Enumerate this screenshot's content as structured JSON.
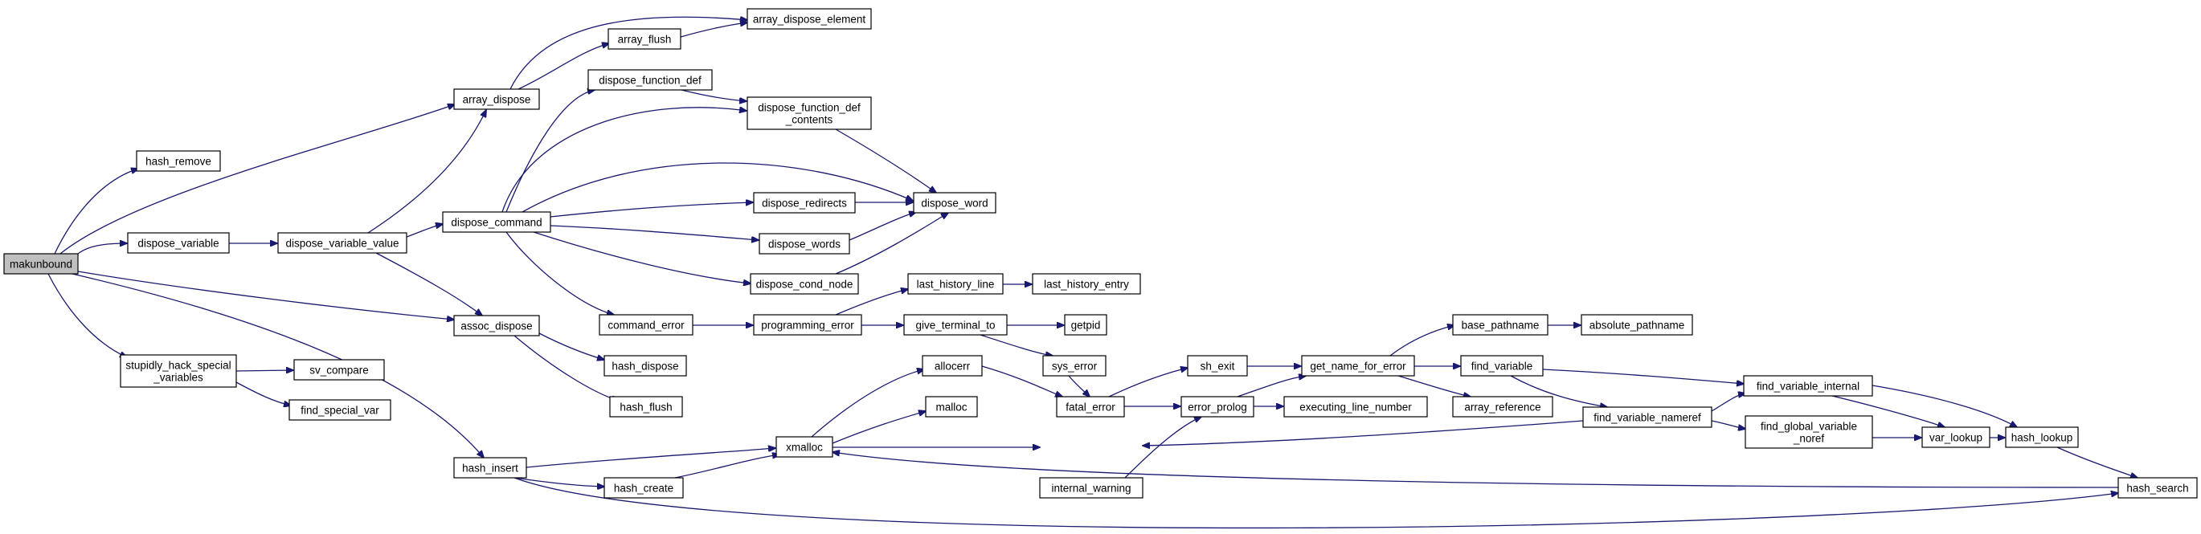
{
  "graph": {
    "colors": {
      "edge": "#191970",
      "node_border": "#000000",
      "root_fill": "#bfbfbf",
      "node_fill": "#ffffff"
    },
    "nodes": [
      {
        "id": "makunbound",
        "label": [
          "makunbound"
        ],
        "root": true
      },
      {
        "id": "hash_remove",
        "label": [
          "hash_remove"
        ]
      },
      {
        "id": "dispose_variable",
        "label": [
          "dispose_variable"
        ]
      },
      {
        "id": "dispose_variable_value",
        "label": [
          "dispose_variable_value"
        ]
      },
      {
        "id": "stupidly_hack",
        "label": [
          "stupidly_hack_special",
          "_variables"
        ]
      },
      {
        "id": "sv_compare",
        "label": [
          "sv_compare"
        ]
      },
      {
        "id": "find_special_var",
        "label": [
          "find_special_var"
        ]
      },
      {
        "id": "array_dispose",
        "label": [
          "array_dispose"
        ]
      },
      {
        "id": "array_flush",
        "label": [
          "array_flush"
        ]
      },
      {
        "id": "array_dispose_element",
        "label": [
          "array_dispose_element"
        ]
      },
      {
        "id": "dispose_function_def",
        "label": [
          "dispose_function_def"
        ]
      },
      {
        "id": "dispose_function_def_contents",
        "label": [
          "dispose_function_def",
          "_contents"
        ]
      },
      {
        "id": "dispose_command",
        "label": [
          "dispose_command"
        ]
      },
      {
        "id": "dispose_redirects",
        "label": [
          "dispose_redirects"
        ]
      },
      {
        "id": "dispose_words",
        "label": [
          "dispose_words"
        ]
      },
      {
        "id": "dispose_cond_node",
        "label": [
          "dispose_cond_node"
        ]
      },
      {
        "id": "dispose_word",
        "label": [
          "dispose_word"
        ]
      },
      {
        "id": "assoc_dispose",
        "label": [
          "assoc_dispose"
        ]
      },
      {
        "id": "hash_dispose",
        "label": [
          "hash_dispose"
        ]
      },
      {
        "id": "hash_flush",
        "label": [
          "hash_flush"
        ]
      },
      {
        "id": "command_error",
        "label": [
          "command_error"
        ]
      },
      {
        "id": "programming_error",
        "label": [
          "programming_error"
        ]
      },
      {
        "id": "last_history_line",
        "label": [
          "last_history_line"
        ]
      },
      {
        "id": "last_history_entry",
        "label": [
          "last_history_entry"
        ]
      },
      {
        "id": "give_terminal_to",
        "label": [
          "give_terminal_to"
        ]
      },
      {
        "id": "getpid",
        "label": [
          "getpid"
        ]
      },
      {
        "id": "sys_error",
        "label": [
          "sys_error"
        ]
      },
      {
        "id": "hash_insert",
        "label": [
          "hash_insert"
        ]
      },
      {
        "id": "hash_create",
        "label": [
          "hash_create"
        ]
      },
      {
        "id": "xmalloc",
        "label": [
          "xmalloc"
        ]
      },
      {
        "id": "allocerr",
        "label": [
          "allocerr"
        ]
      },
      {
        "id": "malloc",
        "label": [
          "malloc"
        ]
      },
      {
        "id": "fatal_error",
        "label": [
          "fatal_error"
        ]
      },
      {
        "id": "internal_warning",
        "label": [
          "internal_warning"
        ]
      },
      {
        "id": "sh_exit",
        "label": [
          "sh_exit"
        ]
      },
      {
        "id": "error_prolog",
        "label": [
          "error_prolog"
        ]
      },
      {
        "id": "get_name_for_error",
        "label": [
          "get_name_for_error"
        ]
      },
      {
        "id": "executing_line_number",
        "label": [
          "executing_line_number"
        ]
      },
      {
        "id": "base_pathname",
        "label": [
          "base_pathname"
        ]
      },
      {
        "id": "absolute_pathname",
        "label": [
          "absolute_pathname"
        ]
      },
      {
        "id": "find_variable",
        "label": [
          "find_variable"
        ]
      },
      {
        "id": "array_reference",
        "label": [
          "array_reference"
        ]
      },
      {
        "id": "find_variable_nameref",
        "label": [
          "find_variable_nameref"
        ]
      },
      {
        "id": "find_variable_internal",
        "label": [
          "find_variable_internal"
        ]
      },
      {
        "id": "find_global_variable_noref",
        "label": [
          "find_global_variable",
          "_noref"
        ]
      },
      {
        "id": "var_lookup",
        "label": [
          "var_lookup"
        ]
      },
      {
        "id": "hash_lookup",
        "label": [
          "hash_lookup"
        ]
      },
      {
        "id": "hash_search",
        "label": [
          "hash_search"
        ]
      }
    ],
    "edges": [
      [
        "makunbound",
        "hash_remove"
      ],
      [
        "makunbound",
        "dispose_variable"
      ],
      [
        "makunbound",
        "array_dispose"
      ],
      [
        "makunbound",
        "assoc_dispose"
      ],
      [
        "makunbound",
        "stupidly_hack"
      ],
      [
        "makunbound",
        "hash_insert"
      ],
      [
        "dispose_variable",
        "dispose_variable_value"
      ],
      [
        "dispose_variable_value",
        "array_dispose"
      ],
      [
        "dispose_variable_value",
        "dispose_command"
      ],
      [
        "dispose_variable_value",
        "assoc_dispose"
      ],
      [
        "stupidly_hack",
        "sv_compare"
      ],
      [
        "stupidly_hack",
        "find_special_var"
      ],
      [
        "array_dispose",
        "array_flush"
      ],
      [
        "array_dispose",
        "array_dispose_element"
      ],
      [
        "array_flush",
        "array_dispose_element"
      ],
      [
        "dispose_command",
        "dispose_function_def"
      ],
      [
        "dispose_command",
        "dispose_function_def_contents"
      ],
      [
        "dispose_command",
        "dispose_word"
      ],
      [
        "dispose_command",
        "dispose_redirects"
      ],
      [
        "dispose_command",
        "dispose_words"
      ],
      [
        "dispose_command",
        "dispose_cond_node"
      ],
      [
        "dispose_command",
        "command_error"
      ],
      [
        "dispose_function_def",
        "dispose_function_def_contents"
      ],
      [
        "dispose_function_def_contents",
        "dispose_word"
      ],
      [
        "dispose_redirects",
        "dispose_word"
      ],
      [
        "dispose_words",
        "dispose_word"
      ],
      [
        "dispose_cond_node",
        "dispose_word"
      ],
      [
        "assoc_dispose",
        "hash_dispose"
      ],
      [
        "assoc_dispose",
        "hash_flush"
      ],
      [
        "command_error",
        "programming_error"
      ],
      [
        "programming_error",
        "last_history_line"
      ],
      [
        "programming_error",
        "give_terminal_to"
      ],
      [
        "last_history_line",
        "last_history_entry"
      ],
      [
        "give_terminal_to",
        "getpid"
      ],
      [
        "give_terminal_to",
        "sys_error"
      ],
      [
        "sys_error",
        "fatal_error"
      ],
      [
        "hash_insert",
        "xmalloc"
      ],
      [
        "hash_insert",
        "hash_create"
      ],
      [
        "hash_insert",
        "hash_search"
      ],
      [
        "hash_create",
        "xmalloc"
      ],
      [
        "xmalloc",
        "allocerr"
      ],
      [
        "xmalloc",
        "malloc"
      ],
      [
        "xmalloc",
        "internal_warning"
      ],
      [
        "allocerr",
        "fatal_error"
      ],
      [
        "fatal_error",
        "error_prolog"
      ],
      [
        "fatal_error",
        "sh_exit"
      ],
      [
        "internal_warning",
        "error_prolog"
      ],
      [
        "sh_exit",
        "get_name_for_error"
      ],
      [
        "error_prolog",
        "get_name_for_error"
      ],
      [
        "error_prolog",
        "executing_line_number"
      ],
      [
        "get_name_for_error",
        "base_pathname"
      ],
      [
        "get_name_for_error",
        "find_variable"
      ],
      [
        "get_name_for_error",
        "array_reference"
      ],
      [
        "base_pathname",
        "absolute_pathname"
      ],
      [
        "find_variable",
        "find_variable_internal"
      ],
      [
        "find_variable",
        "find_variable_nameref"
      ],
      [
        "find_variable_nameref",
        "internal_warning"
      ],
      [
        "find_variable_nameref",
        "find_variable_internal"
      ],
      [
        "find_variable_nameref",
        "find_global_variable_noref"
      ],
      [
        "find_variable_internal",
        "var_lookup"
      ],
      [
        "find_variable_internal",
        "hash_lookup"
      ],
      [
        "find_global_variable_noref",
        "var_lookup"
      ],
      [
        "var_lookup",
        "hash_lookup"
      ],
      [
        "hash_lookup",
        "hash_search"
      ],
      [
        "hash_search",
        "xmalloc"
      ]
    ]
  }
}
